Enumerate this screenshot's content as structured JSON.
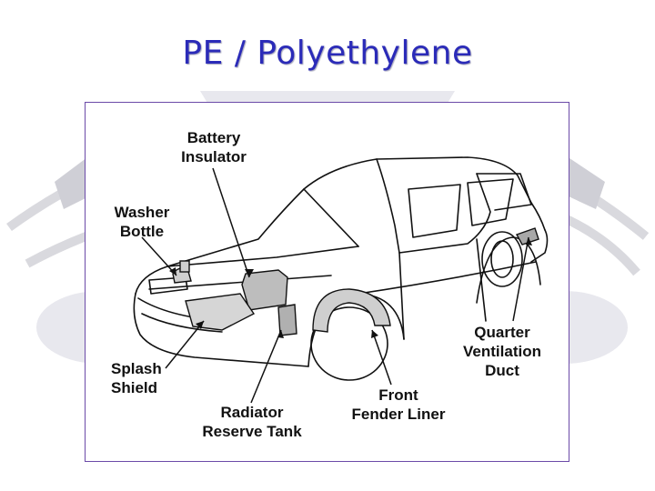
{
  "slide": {
    "title": "PE / Polyethylene"
  },
  "callouts": {
    "battery_insulator": "Battery\nInsulator",
    "washer_bottle": "Washer\nBottle",
    "splash_shield": "Splash\nShield",
    "radiator_reserve_tank": "Radiator\nReserve Tank",
    "front_fender_liner": "Front\nFender Liner",
    "quarter_ventilation_duct": "Quarter\nVentilation\nDuct"
  },
  "colors": {
    "title": "#2b2bb8",
    "frame_border": "#6b4aa8"
  }
}
